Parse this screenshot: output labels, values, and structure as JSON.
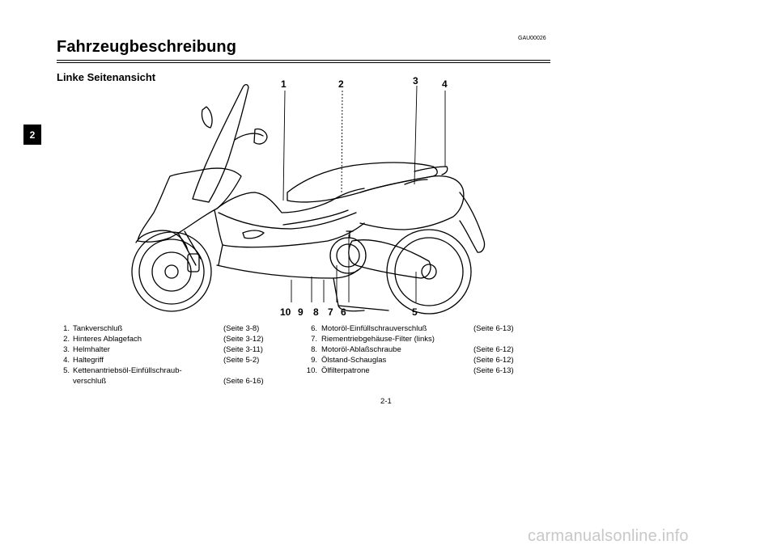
{
  "chapter": "2",
  "code": "GAU00026",
  "title": "Fahrzeugbeschreibung",
  "subtitle": "Linke Seitenansicht",
  "callouts_top": [
    "1",
    "2",
    "3",
    "4"
  ],
  "callouts_bottom": [
    "10",
    "9",
    "8",
    "7",
    "6",
    "5"
  ],
  "legend_left": [
    {
      "num": "1.",
      "text": "Tankverschluß",
      "ref": "(Seite 3-8)"
    },
    {
      "num": "2.",
      "text": "Hinteres Ablagefach",
      "ref": "(Seite 3-12)"
    },
    {
      "num": "3.",
      "text": "Helmhalter",
      "ref": "(Seite 3-11)"
    },
    {
      "num": "4.",
      "text": "Haltegriff",
      "ref": "(Seite 5-2)"
    },
    {
      "num": "5.",
      "text": "Kettenantriebsöl-Einfüllschraub-",
      "ref": ""
    },
    {
      "num": "",
      "text": "verschluß",
      "ref": "(Seite 6-16)"
    }
  ],
  "legend_right": [
    {
      "num": "6.",
      "text": "Motoröl-Einfüllschrauverschluß",
      "ref": "(Seite 6-13)"
    },
    {
      "num": "7.",
      "text": "Riementriebgehäuse-Filter (links)",
      "ref": ""
    },
    {
      "num": "8.",
      "text": "Motoröl-Ablaßschraube",
      "ref": "(Seite 6-12)"
    },
    {
      "num": "9.",
      "text": "Ölstand-Schauglas",
      "ref": "(Seite 6-12)"
    },
    {
      "num": "10.",
      "text": "Ölfilterpatrone",
      "ref": "(Seite 6-13)"
    }
  ],
  "page_number": "2-1",
  "watermark": "carmanualsonline.info"
}
